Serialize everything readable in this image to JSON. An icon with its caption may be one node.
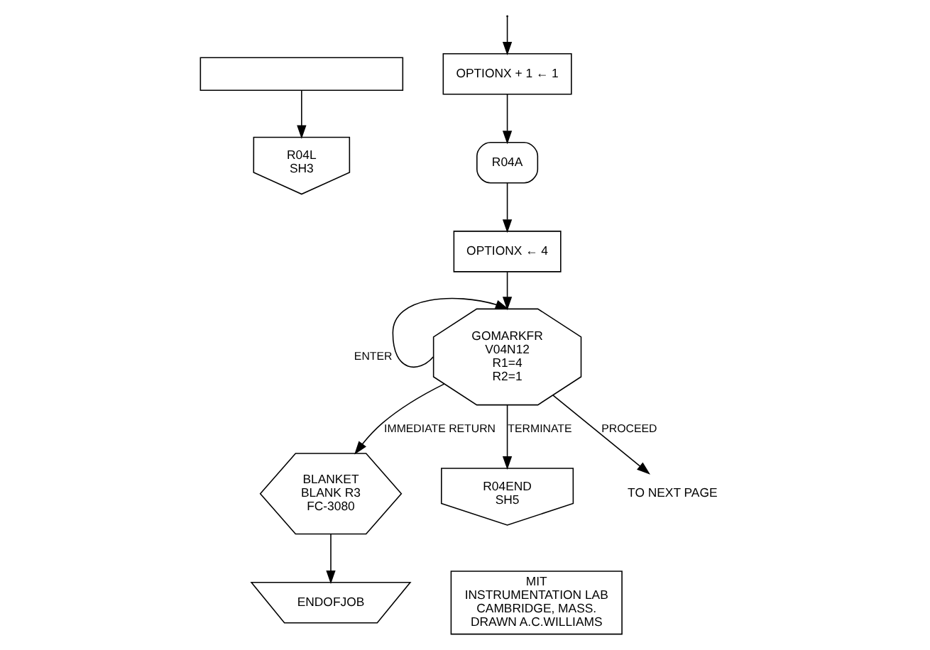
{
  "diagram": {
    "nodes": [
      {
        "text": [],
        "shape": "box"
      },
      {
        "text": [
          "R04L",
          "SH3"
        ]
      },
      {
        "text": [
          "OPTIONX + 1 ← 1"
        ]
      },
      {
        "text": [
          "R04A"
        ]
      },
      {
        "text": [
          "OPTIONX ← 4"
        ]
      },
      {
        "text": [
          "GOMARKFR",
          "V04N12",
          "R1=4",
          "R2=1"
        ]
      },
      {
        "text": [
          "BLANKET",
          "BLANK R3",
          "FC-3080"
        ]
      },
      {
        "text": [
          "R04END",
          "SH5"
        ]
      },
      {
        "text": [
          "ENDOFJOB"
        ]
      },
      {
        "text": [
          "TO NEXT PAGE"
        ]
      },
      {
        "text": [
          "MIT",
          "INSTRUMENTATION LAB",
          "CAMBRIDGE, MASS.",
          "DRAWN A.C.WILLIAMS"
        ]
      }
    ],
    "edges": [
      {
        "from": 0,
        "to": 1,
        "arrow": "to"
      },
      {
        "from": null,
        "to": 2,
        "arrow": "to"
      },
      {
        "from": 2,
        "to": 3,
        "arrow": "to"
      },
      {
        "from": 3,
        "to": 4,
        "arrow": "to"
      },
      {
        "from": 4,
        "to": 5,
        "arrow": "to"
      },
      {
        "from": 5,
        "to": 5,
        "label": "ENTER",
        "arrow": "to"
      },
      {
        "from": 5,
        "to": 6,
        "label": "IMMEDIATE RETURN",
        "arrow": "to"
      },
      {
        "from": 5,
        "to": 7,
        "label": "TERMINATE",
        "arrow": "to"
      },
      {
        "from": 5,
        "to": 9,
        "label": "PROCEED",
        "arrow": "to"
      },
      {
        "from": 6,
        "to": 8,
        "arrow": "to"
      }
    ]
  }
}
